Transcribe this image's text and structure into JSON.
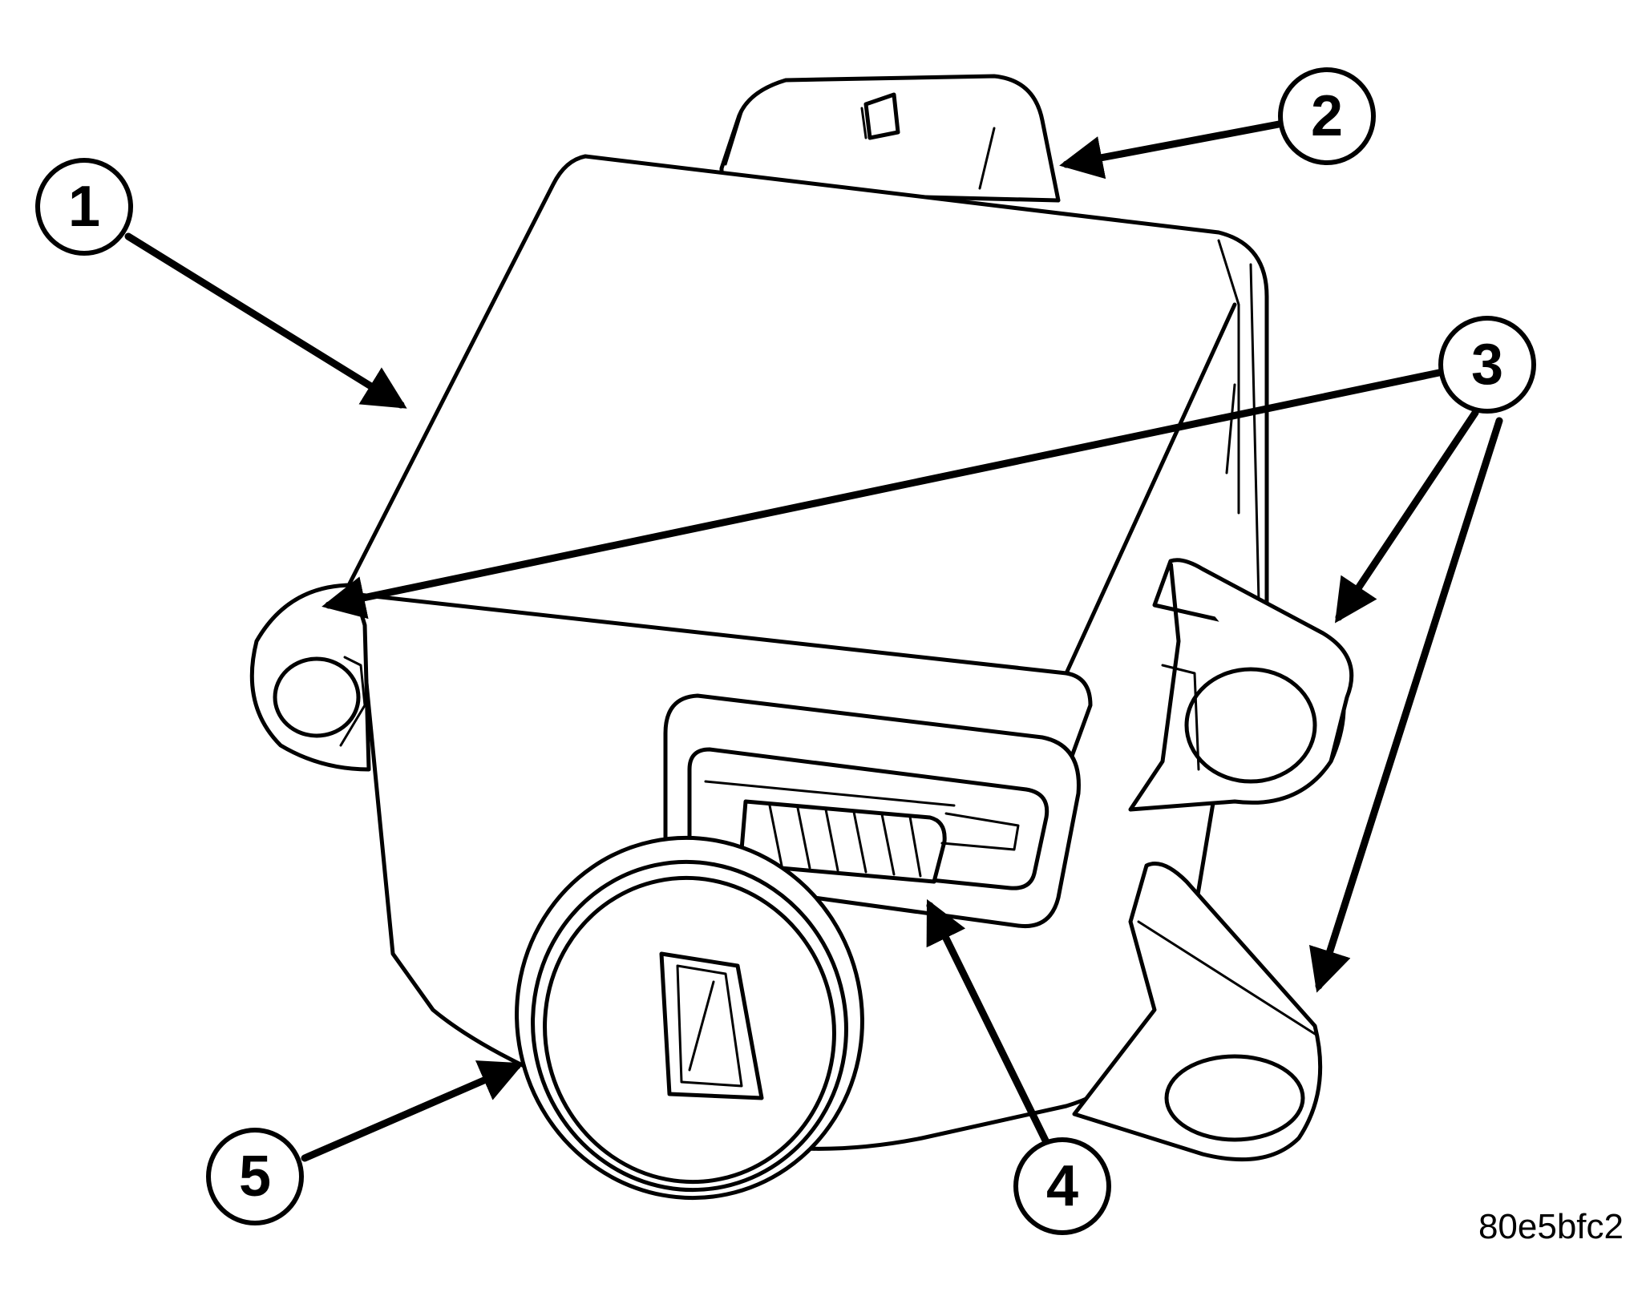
{
  "figure": {
    "id_code": "80e5bfc2"
  },
  "callouts": [
    {
      "number": "1"
    },
    {
      "number": "2"
    },
    {
      "number": "3"
    },
    {
      "number": "4"
    },
    {
      "number": "5"
    }
  ]
}
